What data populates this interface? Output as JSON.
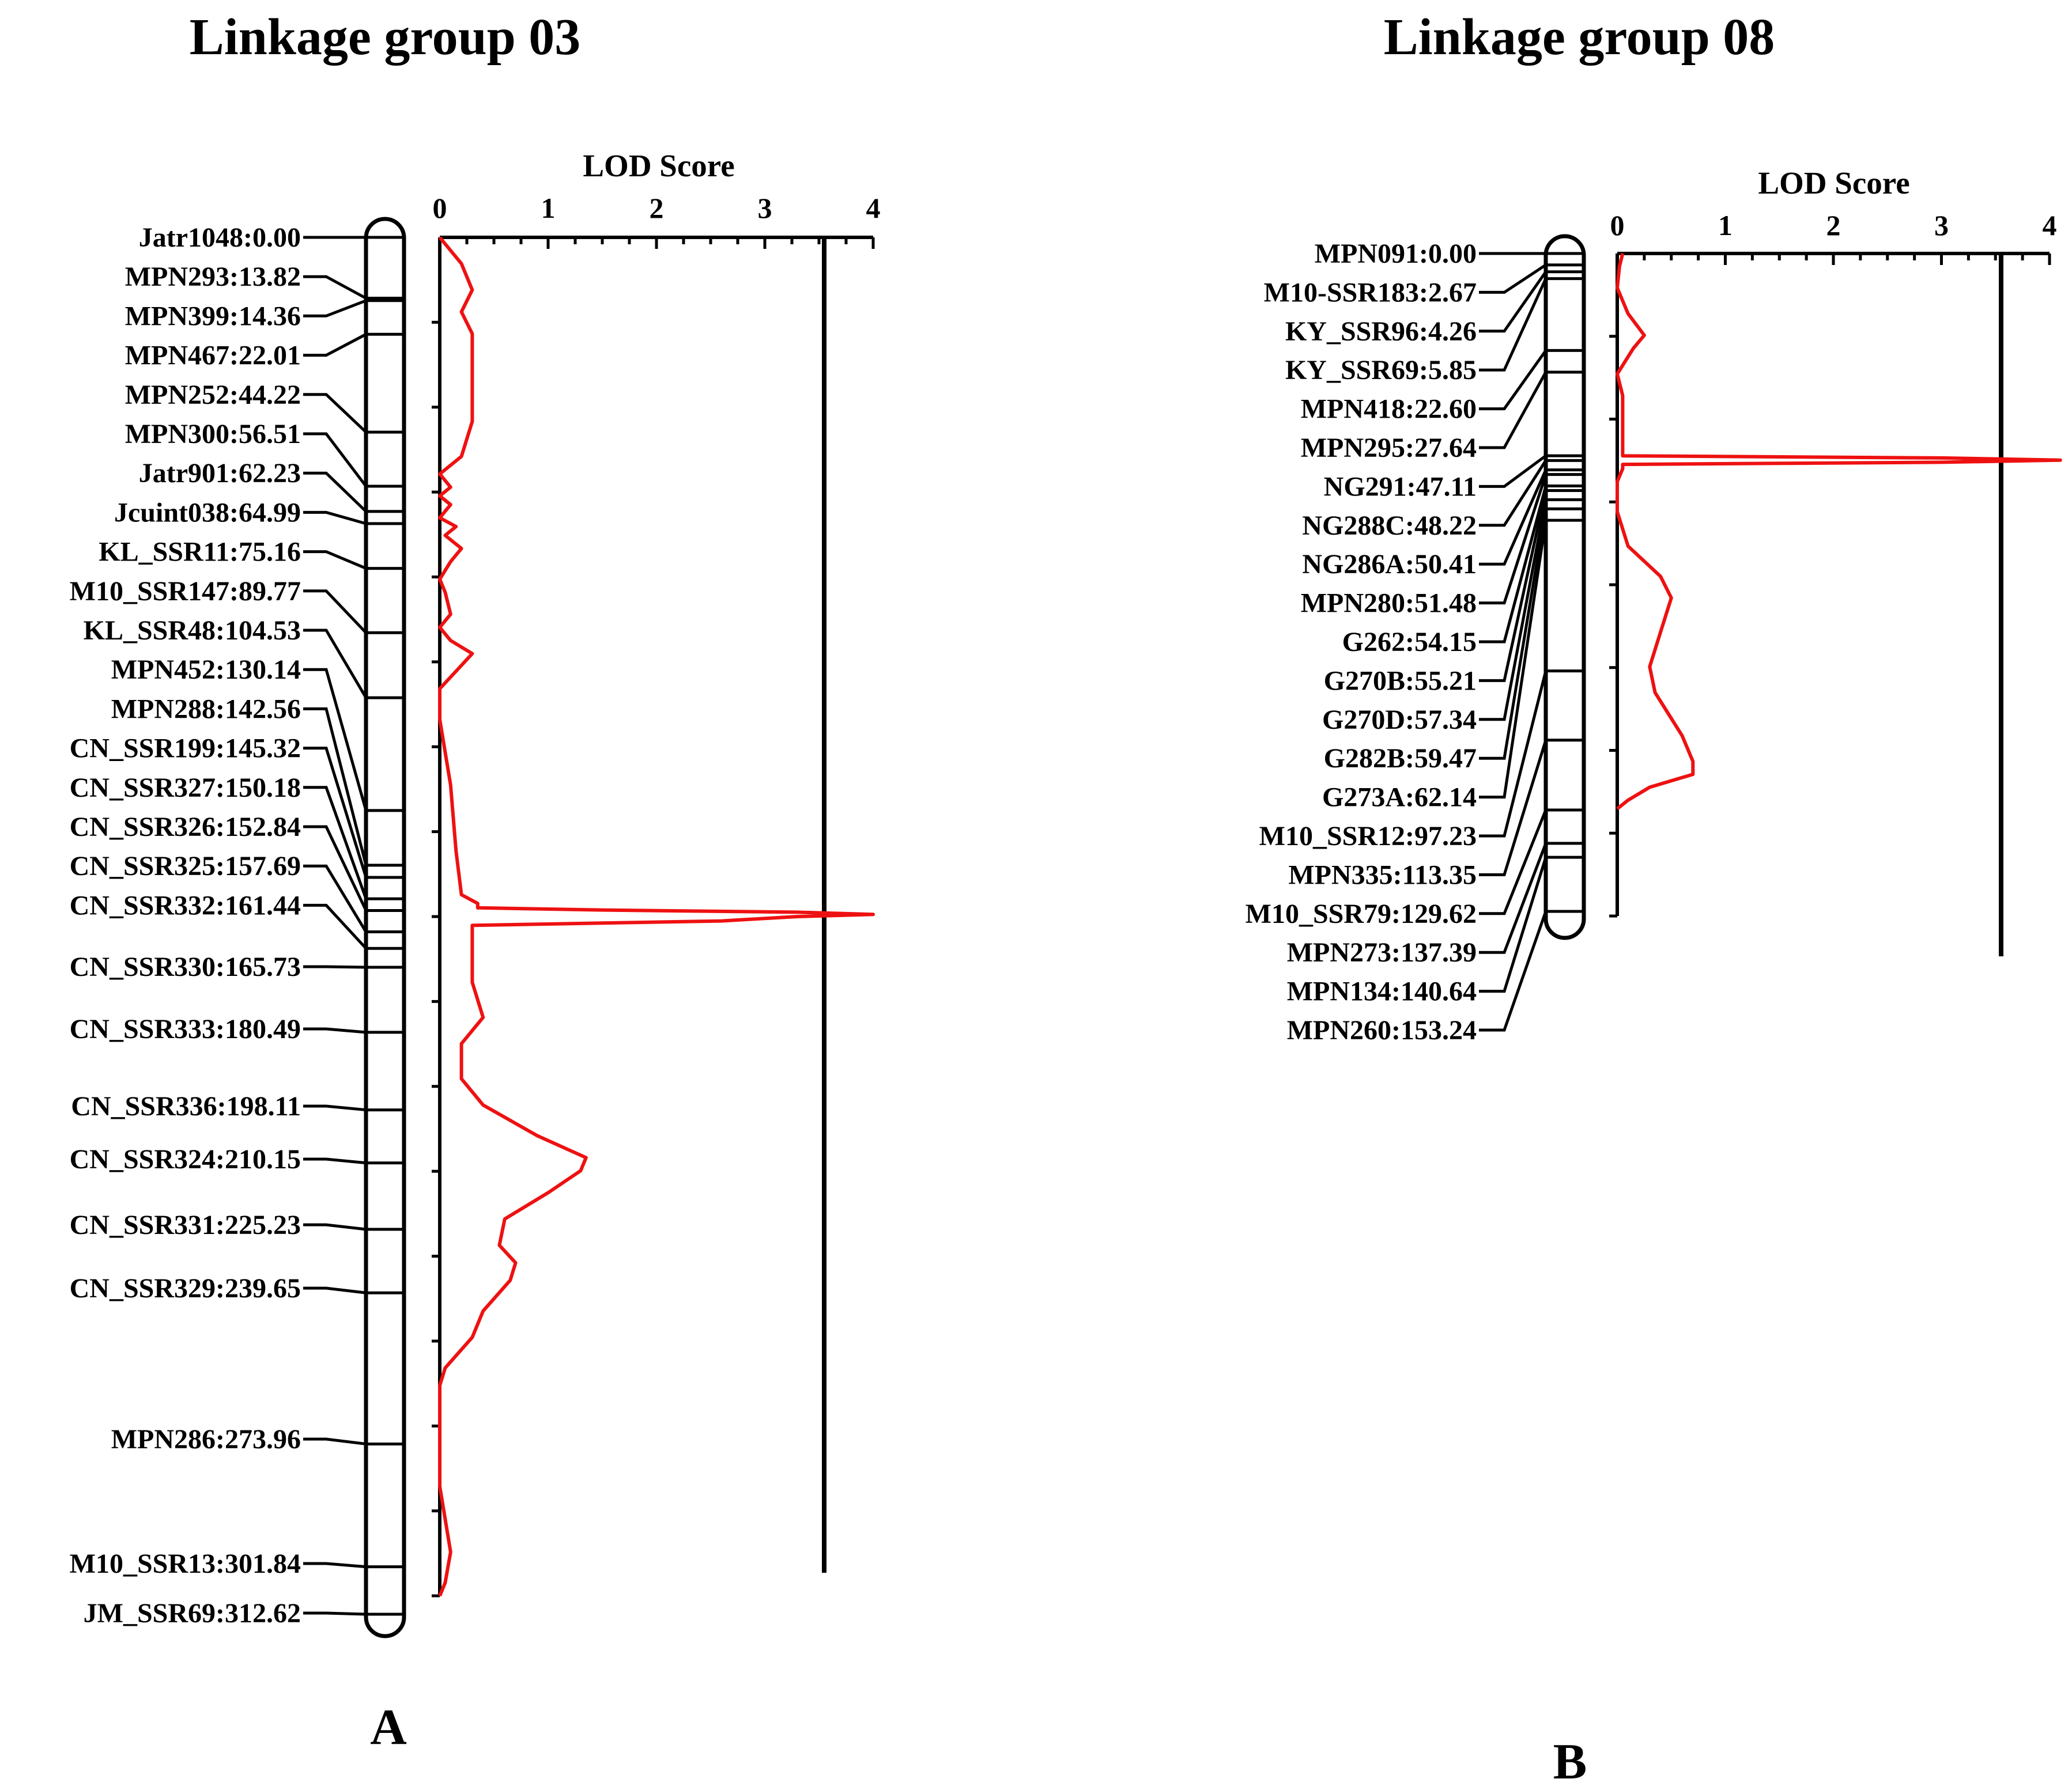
{
  "panels": [
    {
      "title": "Linkage group 03",
      "panel_label": "A",
      "lod_axis_label": "LOD Score",
      "lod_ticks": [
        "0",
        "1",
        "2",
        "3",
        "4"
      ],
      "markers": [
        {
          "label": "Jatr1048:0.00",
          "pos": 0.0
        },
        {
          "label": "MPN293:13.82",
          "pos": 13.82
        },
        {
          "label": "MPN399:14.36",
          "pos": 14.36
        },
        {
          "label": "MPN467:22.01",
          "pos": 22.01
        },
        {
          "label": "MPN252:44.22",
          "pos": 44.22
        },
        {
          "label": "MPN300:56.51",
          "pos": 56.51
        },
        {
          "label": "Jatr901:62.23",
          "pos": 62.23
        },
        {
          "label": "Jcuint038:64.99",
          "pos": 64.99
        },
        {
          "label": "KL_SSR11:75.16",
          "pos": 75.16
        },
        {
          "label": "M10_SSR147:89.77",
          "pos": 89.77
        },
        {
          "label": "KL_SSR48:104.53",
          "pos": 104.53
        },
        {
          "label": "MPN452:130.14",
          "pos": 130.14
        },
        {
          "label": "MPN288:142.56",
          "pos": 142.56
        },
        {
          "label": "CN_SSR199:145.32",
          "pos": 145.32
        },
        {
          "label": "CN_SSR327:150.18",
          "pos": 150.18
        },
        {
          "label": "CN_SSR326:152.84",
          "pos": 152.84
        },
        {
          "label": "CN_SSR325:157.69",
          "pos": 157.69
        },
        {
          "label": "CN_SSR332:161.44",
          "pos": 161.44
        },
        {
          "label": "CN_SSR330:165.73",
          "pos": 165.73
        },
        {
          "label": "CN_SSR333:180.49",
          "pos": 180.49
        },
        {
          "label": "CN_SSR336:198.11",
          "pos": 198.11
        },
        {
          "label": "CN_SSR324:210.15",
          "pos": 210.15
        },
        {
          "label": "CN_SSR331:225.23",
          "pos": 225.23
        },
        {
          "label": "CN_SSR329:239.65",
          "pos": 239.65
        },
        {
          "label": "MPN286:273.96",
          "pos": 273.96
        },
        {
          "label": "M10_SSR13:301.84",
          "pos": 301.84
        },
        {
          "label": "JM_SSR69:312.62",
          "pos": 312.62
        }
      ]
    },
    {
      "title": "Linkage group 08",
      "panel_label": "B",
      "lod_axis_label": "LOD Score",
      "lod_ticks": [
        "0",
        "1",
        "2",
        "3",
        "4"
      ],
      "markers": [
        {
          "label": "MPN091:0.00",
          "pos": 0.0
        },
        {
          "label": "M10-SSR183:2.67",
          "pos": 2.67
        },
        {
          "label": "KY_SSR96:4.26",
          "pos": 4.26
        },
        {
          "label": "KY_SSR69:5.85",
          "pos": 5.85
        },
        {
          "label": "MPN418:22.60",
          "pos": 22.6
        },
        {
          "label": "MPN295:27.64",
          "pos": 27.64
        },
        {
          "label": "NG291:47.11",
          "pos": 47.11
        },
        {
          "label": "NG288C:48.22",
          "pos": 48.22
        },
        {
          "label": "NG286A:50.41",
          "pos": 50.41
        },
        {
          "label": "MPN280:51.48",
          "pos": 51.48
        },
        {
          "label": "G262:54.15",
          "pos": 54.15
        },
        {
          "label": "G270B:55.21",
          "pos": 55.21
        },
        {
          "label": "G270D:57.34",
          "pos": 57.34
        },
        {
          "label": "G282B:59.47",
          "pos": 59.47
        },
        {
          "label": "G273A:62.14",
          "pos": 62.14
        },
        {
          "label": "M10_SSR12:97.23",
          "pos": 97.23
        },
        {
          "label": "MPN335:113.35",
          "pos": 113.35
        },
        {
          "label": "M10_SSR79:129.62",
          "pos": 129.62
        },
        {
          "label": "MPN273:137.39",
          "pos": 137.39
        },
        {
          "label": "MPN134:140.64",
          "pos": 140.64
        },
        {
          "label": "MPN260:153.24",
          "pos": 153.24
        }
      ]
    }
  ],
  "chart_data": [
    {
      "type": "line",
      "title": "Linkage group 03",
      "xlabel": "LOD Score",
      "xlim": [
        0,
        4
      ],
      "ylim_cM": [
        0,
        312.62
      ],
      "threshold": 3.55,
      "series": [
        {
          "y_cM": [
            0,
            6,
            12,
            17,
            22,
            30,
            42,
            50,
            54,
            57,
            59,
            61,
            64,
            66,
            68,
            71,
            74,
            78,
            81,
            86,
            89,
            92,
            95,
            99,
            103,
            110,
            125,
            140,
            150,
            152,
            153,
            153.5,
            154,
            154.5,
            155,
            156,
            157,
            160,
            170,
            178,
            184,
            192,
            198,
            205,
            210,
            213,
            218,
            224,
            230,
            234,
            238,
            245,
            251,
            258,
            262,
            270,
            285,
            300,
            307,
            310
          ],
          "lod": [
            0,
            0.2,
            0.3,
            0.2,
            0.3,
            0.3,
            0.3,
            0.2,
            0.0,
            0.1,
            0.0,
            0.1,
            0.0,
            0.15,
            0.05,
            0.2,
            0.1,
            0.0,
            0.05,
            0.1,
            0.0,
            0.1,
            0.3,
            0.15,
            0.0,
            0.0,
            0.1,
            0.15,
            0.2,
            0.35,
            0.35,
            1.5,
            3.3,
            4.0,
            3.3,
            2.6,
            0.3,
            0.3,
            0.3,
            0.4,
            0.2,
            0.2,
            0.4,
            0.9,
            1.35,
            1.3,
            1.0,
            0.6,
            0.55,
            0.7,
            0.65,
            0.4,
            0.3,
            0.05,
            0.0,
            0.0,
            0.0,
            0.1,
            0.05,
            0.0
          ]
        }
      ]
    },
    {
      "type": "line",
      "title": "Linkage group 08",
      "xlabel": "LOD Score",
      "xlim": [
        0,
        4
      ],
      "ylim_cM": [
        0,
        153.24
      ],
      "threshold": 3.6,
      "series": [
        {
          "y_cM": [
            0,
            3,
            8,
            14,
            19,
            22,
            28,
            33,
            45,
            47,
            47.5,
            48,
            48.5,
            49,
            50,
            53,
            60,
            68,
            75,
            80,
            88,
            96,
            102,
            112,
            118,
            121,
            124,
            127,
            129
          ],
          "lod": [
            0.05,
            0.02,
            0.0,
            0.1,
            0.25,
            0.15,
            0.0,
            0.05,
            0.05,
            0.05,
            3.0,
            4.1,
            3.0,
            0.05,
            0.05,
            0.0,
            0.0,
            0.1,
            0.4,
            0.5,
            0.4,
            0.3,
            0.35,
            0.6,
            0.7,
            0.7,
            0.3,
            0.1,
            0.0
          ]
        }
      ]
    }
  ]
}
